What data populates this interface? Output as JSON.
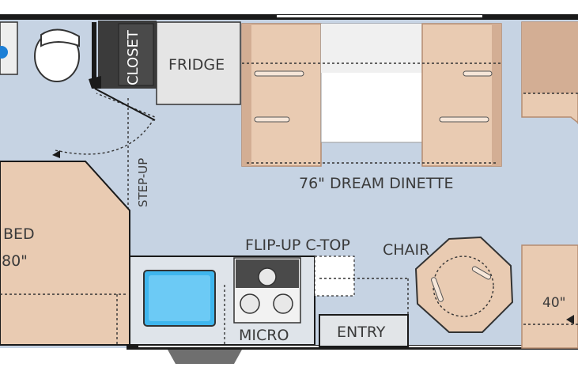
{
  "floorplan": {
    "labels": {
      "closet": "CLOSET",
      "fridge": "FRIDGE",
      "dinette": "76\" DREAM DINETTE",
      "step_up": "STEP-UP",
      "bed": "BED",
      "bed_size": "80\"",
      "flip_up": "FLIP-UP C-TOP",
      "chair": "CHAIR",
      "micro": "MICRO",
      "entry": "ENTRY",
      "tv_size": "40\""
    },
    "colors": {
      "floor": "#c6d3e3",
      "cushion": "#e9cbb2",
      "cushion_shadow": "#d3ae94",
      "wall": "#1a1a1a",
      "counter": "#dfe4ea",
      "sink": "#3fb6ee",
      "closet": "#3b3b3b",
      "fridge": "#e5e5e5",
      "table": "#ffffff"
    }
  }
}
